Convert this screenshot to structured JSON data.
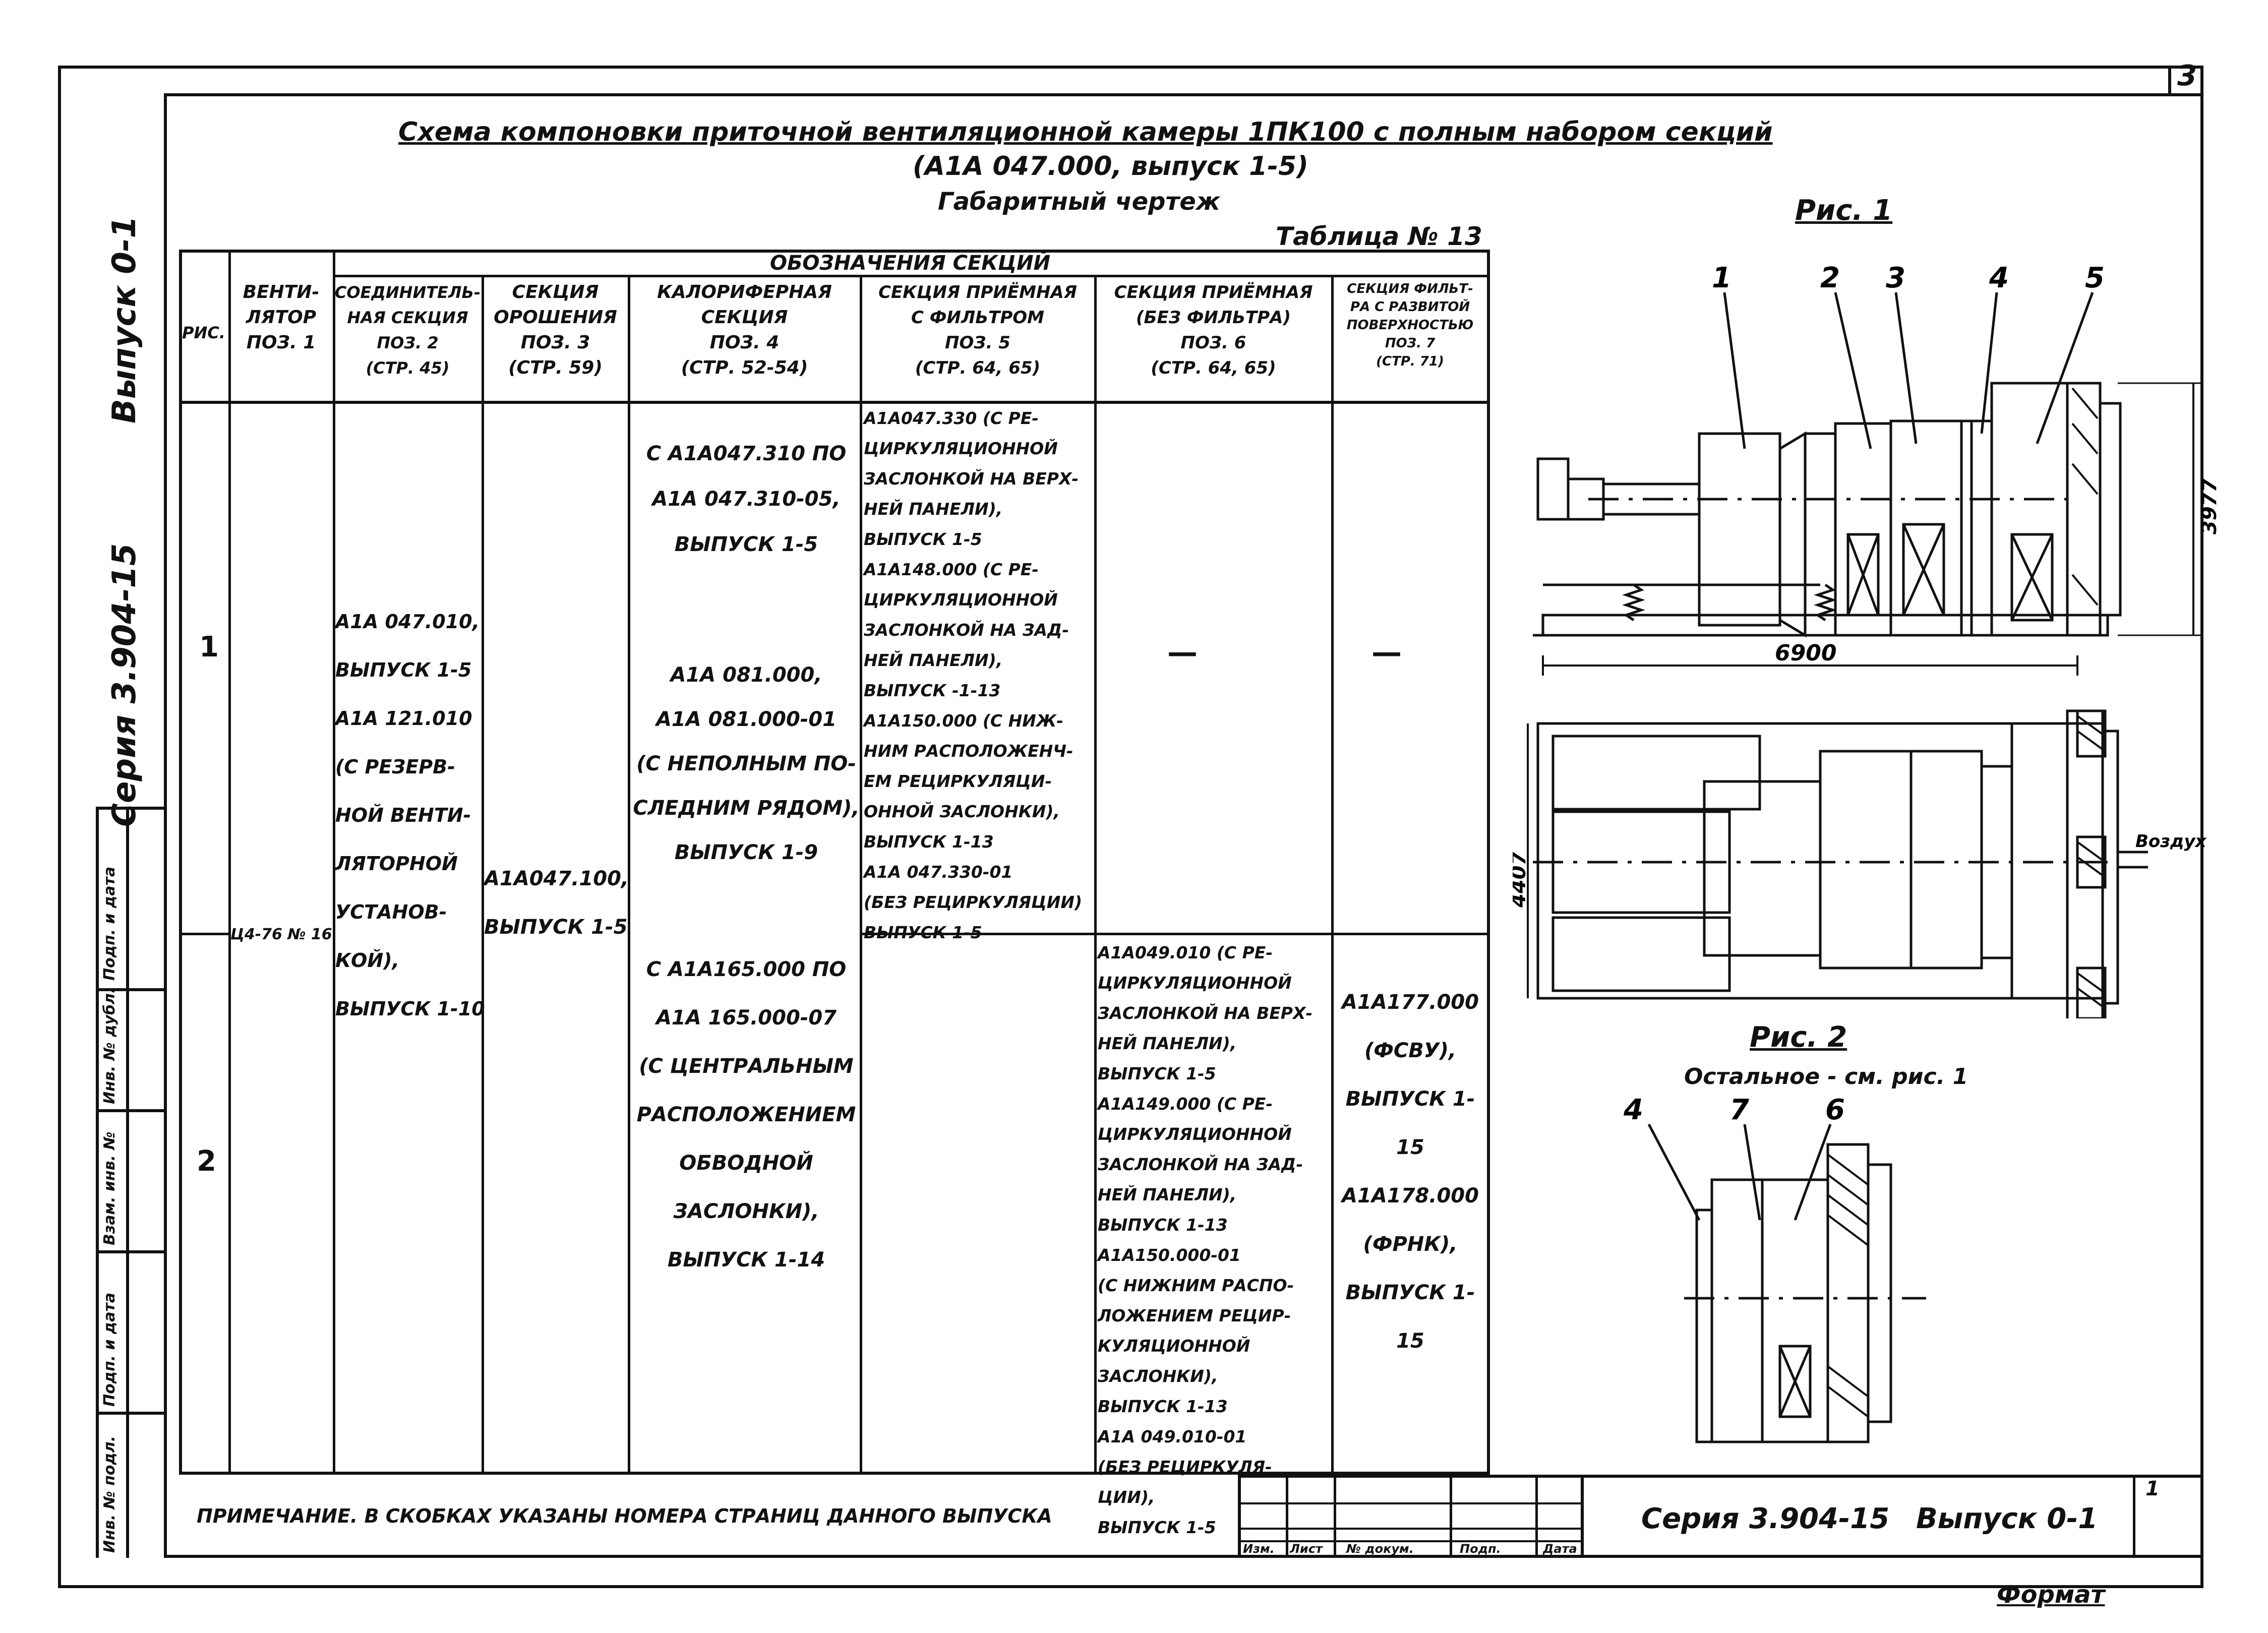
{
  "sheet": {
    "page_number": "3",
    "format_label": "Формат",
    "title_line1": "Схема компоновки приточной вентиляционной камеры 1ПК100 с полным набором секций",
    "title_line2": "(А1А 047.000, выпуск 1-5)",
    "title_line3": "Габаритный чертеж",
    "table_caption": "Таблица № 13",
    "note": "Примечание. В скобках указаны номера страниц данного выпуска",
    "stamp_series": "Серия 3.904-15",
    "stamp_issue": "Выпуск 0-1",
    "stamp_sheet": "1"
  },
  "side_labels": {
    "issue": "Выпуск 0-1",
    "series": "Серия 3.904-15",
    "boxes": [
      "Подп. и дата",
      "Инв. № дубл.",
      "Взам. инв. №",
      "Подп. и дата",
      "Инв. № подл."
    ]
  },
  "table": {
    "group_header": "Обозначения секций",
    "headers": {
      "fig": "Рис.",
      "fan": "Венти-\nлятор\nпоз. 1",
      "c2": "Соединитель-\nная секция\nпоз. 2\n(стр. 45)",
      "c3": "Секция\nорошения\nпоз. 3\n(стр. 59)",
      "c4": "Калориферная\nсекция\nпоз. 4\n(стр. 52-54)",
      "c5": "Секция приёмная\nс фильтром\nпоз. 5\n(стр. 64, 65)",
      "c6": "Секция приёмная\n(без фильтра)\nпоз. 6\n(стр. 64, 65)",
      "c7": "Секция фильт-\nра с развитой\nповерхностью\nпоз. 7\n(стр. 71)"
    },
    "fig1": "1",
    "fig2": "2",
    "fan_value": "Ц4-76 № 16",
    "c2_value": "А1А 047.010,\nвыпуск 1-5\nА1А 121.010\n(с резерв-\nной венти-\nляторной\nустанов-\nкой),\nвыпуск 1-10",
    "c3_value": "А1А047.100,\nвыпуск 1-5",
    "c4_row1": "с А1А047.310 по\nА1А 047.310-05,\nвыпуск 1-5",
    "c4_row1b": "А1А 081.000,\nА1А 081.000-01\n(с неполным по-\nследним рядом),\nвыпуск 1-9",
    "c4_row2": "с А1А165.000 по\nА1А 165.000-07\n(с центральным\nрасположением\nобводной\nзаслонки),\nвыпуск 1-14",
    "c5_row1": "А1А047.330 (с ре-\nциркуляционной\nзаслонкой на верх-\nней панели),\nвыпуск 1-5\nА1А148.000 (с ре-\nциркуляционной\nзаслонкой на зад-\nней панели),\nвыпуск -1-13\nА1А150.000 (с ниж-\nним расположенч-\nем рециркуляци-\nонной заслонки),\nвыпуск 1-13\nА1А 047.330-01\n(без рециркуляции)\nвыпуск 1-5",
    "c6_row1": "—",
    "c6_row2": "А1А049.010 (с ре-\nциркуляционной\nзаслонкой на верх-\nней панели),\nвыпуск 1-5\nА1А149.000 (с ре-\nциркуляционной\nзаслонкой на зад-\nней панели),\nвыпуск 1-13\nА1А150.000-01\n(с нижним распо-\nложением рецир-\nкуляционной\nзаслонки),\nвыпуск 1-13\nА1А 049.010-01\n(без рециркуля-\nции),\nвыпуск 1-5",
    "c7_row1": "—",
    "c7_row2": "А1А177.000\n(ФСВУ),\nвыпуск 1-15\nА1А178.000\n(ФРНК),\nвыпуск 1-15"
  },
  "figures": {
    "fig1_title": "Рис. 1",
    "fig2_title": "Рис. 2",
    "fig2_subtitle": "Остальное - см. рис. 1",
    "fig1_callouts": [
      "1",
      "2",
      "3",
      "4",
      "5"
    ],
    "fig2_callouts": [
      "4",
      "7",
      "6"
    ],
    "dim_length": "6900",
    "dim_height": "3977",
    "dim_width": "4407",
    "air_label": "Воздух"
  },
  "stamp_cols": [
    "Изм.",
    "Лист",
    "№ докум.",
    "Подп.",
    "Дата"
  ]
}
